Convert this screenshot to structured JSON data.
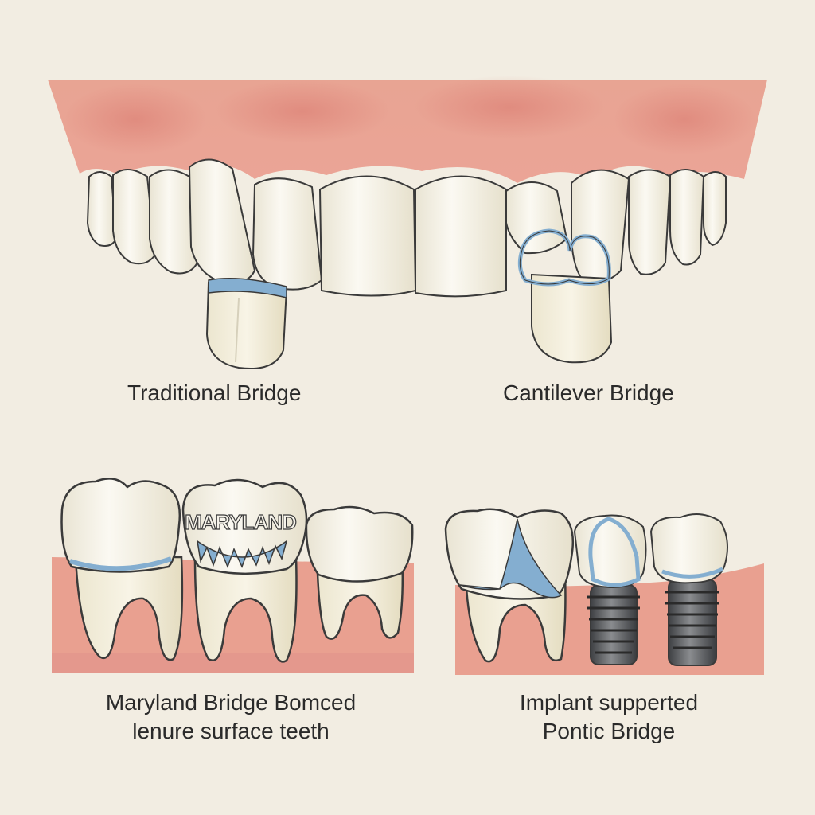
{
  "labels": {
    "traditional": "Traditional Bridge",
    "cantilever": "Cantilever Bridge",
    "maryland_line1": "Maryland Bridge Bomced",
    "maryland_line2": "lenure surface  teeth",
    "implant_line1": "Implant supperted",
    "implant_line2": "Pontic Bridge"
  },
  "tooth_inscription": "MARYLAND",
  "colors": {
    "background": "#f2ede2",
    "gum": "#e9a090",
    "gum_dark": "#d9786e",
    "tooth": "#f6f3ea",
    "tooth_shadow": "#ddd8c6",
    "bridge_band": "#84aed0",
    "outline": "#3a3a3a",
    "implant_metal": "#55575a",
    "text": "#2a2a2a"
  },
  "icons": [
    "upper-arch-illustration",
    "maryland-bridge-illustration",
    "implant-bridge-illustration"
  ]
}
